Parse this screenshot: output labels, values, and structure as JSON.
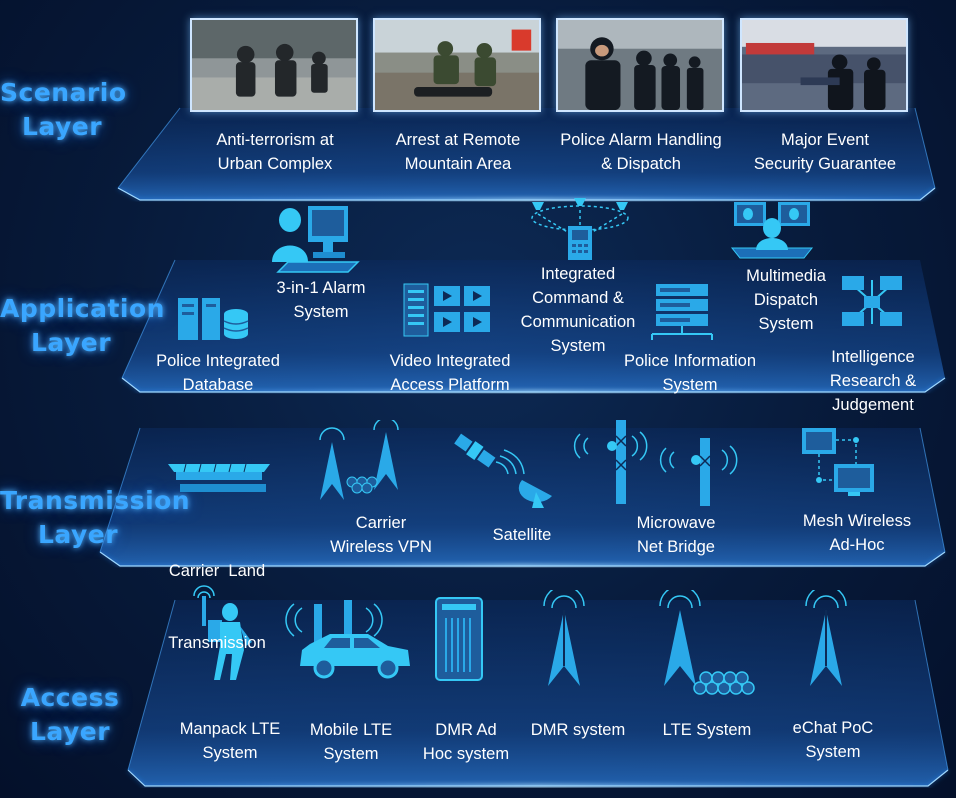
{
  "layers": {
    "scenario": {
      "title": [
        "Scenario",
        "Layer"
      ],
      "items": [
        {
          "lines": [
            "Anti-terrorism at",
            "Urban Complex"
          ]
        },
        {
          "lines": [
            "Arrest at Remote",
            "Mountain Area"
          ]
        },
        {
          "lines": [
            "Police Alarm Handling",
            "& Dispatch"
          ]
        },
        {
          "lines": [
            "Major Event",
            "Security Guarantee"
          ]
        }
      ]
    },
    "application": {
      "title": [
        "Application",
        "Layer"
      ],
      "items": [
        {
          "lines": [
            "3-in-1 Alarm",
            "System"
          ],
          "icon": "alarm-workstation-icon"
        },
        {
          "lines": [
            "Integrated",
            "Command &",
            "Communication",
            "System"
          ],
          "icon": "command-network-icon"
        },
        {
          "lines": [
            "Multimedia",
            "Dispatch",
            "System"
          ],
          "icon": "multimedia-dispatch-icon"
        },
        {
          "lines": [
            "Police Integrated",
            "Database"
          ],
          "icon": "database-icon"
        },
        {
          "lines": [
            "Video Integrated",
            "Access Platform"
          ],
          "icon": "video-wall-icon"
        },
        {
          "lines": [
            "Police Information",
            "System"
          ],
          "icon": "server-rack-icon"
        },
        {
          "lines": [
            "Intelligence",
            "Research &",
            "Judgement"
          ],
          "icon": "network-topology-icon"
        }
      ]
    },
    "transmission": {
      "title": [
        "Transmission",
        "Layer"
      ],
      "items": [
        {
          "lines": [
            "Carrier  Land",
            "Transmission"
          ],
          "icon": "fiber-cable-icon"
        },
        {
          "lines": [
            "Carrier",
            "Wireless VPN"
          ],
          "icon": "wireless-towers-icon"
        },
        {
          "lines": [
            "Satellite"
          ],
          "icon": "satellite-icon"
        },
        {
          "lines": [
            "Microwave",
            "Net Bridge"
          ],
          "icon": "microwave-towers-icon"
        },
        {
          "lines": [
            "Mesh Wireless",
            "Ad-Hoc"
          ],
          "icon": "mesh-network-icon"
        }
      ]
    },
    "access": {
      "title": [
        "Access",
        "Layer"
      ],
      "items": [
        {
          "lines": [
            "Manpack LTE",
            "System"
          ],
          "icon": "manpack-soldier-icon"
        },
        {
          "lines": [
            "Mobile LTE",
            "System"
          ],
          "icon": "mobile-vehicle-icon"
        },
        {
          "lines": [
            "DMR Ad",
            "Hoc system"
          ],
          "icon": "base-station-cabinet-icon"
        },
        {
          "lines": [
            "DMR system"
          ],
          "icon": "dmr-tower-icon"
        },
        {
          "lines": [
            "LTE System"
          ],
          "icon": "lte-tower-icon"
        },
        {
          "lines": [
            "eChat PoC",
            "System"
          ],
          "icon": "poc-tower-icon"
        }
      ]
    }
  },
  "colors": {
    "glow": "#3aa6ff",
    "icon": "#35c8f5",
    "platform": "#1b5fb0",
    "edge": "#6fc3ff"
  }
}
